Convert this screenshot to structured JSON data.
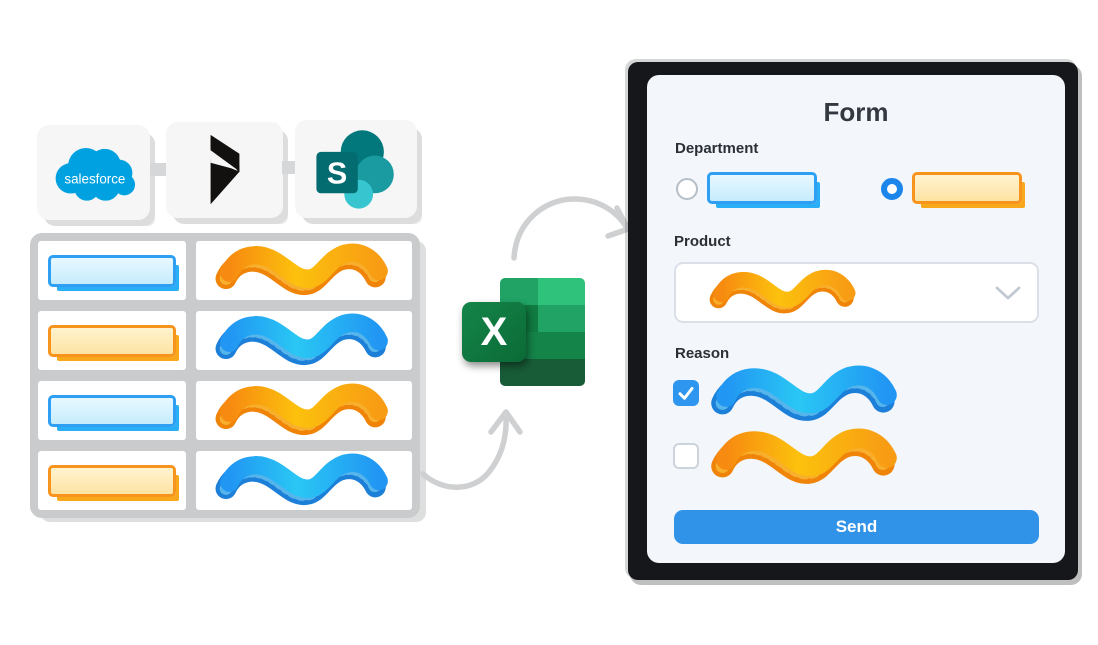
{
  "sources": {
    "items": [
      {
        "name": "Salesforce",
        "logo_text": "salesforce"
      },
      {
        "name": "Microsoft Dynamics 365"
      },
      {
        "name": "SharePoint",
        "logo_letter": "S"
      }
    ]
  },
  "table": {
    "rows": [
      {
        "field_style": "blue-bar",
        "value_style": "orange-squiggle"
      },
      {
        "field_style": "orange-bar",
        "value_style": "blue-squiggle"
      },
      {
        "field_style": "blue-bar",
        "value_style": "orange-squiggle"
      },
      {
        "field_style": "orange-bar",
        "value_style": "blue-squiggle"
      }
    ]
  },
  "excel": {
    "logo_letter": "X"
  },
  "form": {
    "title": "Form",
    "department": {
      "label": "Department",
      "options": [
        {
          "color": "blue",
          "selected": false
        },
        {
          "color": "orange",
          "selected": true
        }
      ]
    },
    "product": {
      "label": "Product",
      "selected_value_style": "orange-squiggle"
    },
    "reason": {
      "label": "Reason",
      "options": [
        {
          "color": "blue",
          "checked": true
        },
        {
          "color": "orange",
          "checked": false
        }
      ]
    },
    "send_label": "Send"
  },
  "colors": {
    "blue": "#2e9ff2",
    "orange": "#f7941d",
    "send_button_blue": "#3093e8",
    "salesforce_blue": "#00a1e0",
    "sharepoint_teal": "#036c70",
    "excel_green": "#107c41",
    "arrow_gray": "#cfd0d1",
    "form_background": "#f3f7fc",
    "frame_dark": "#16171b"
  }
}
